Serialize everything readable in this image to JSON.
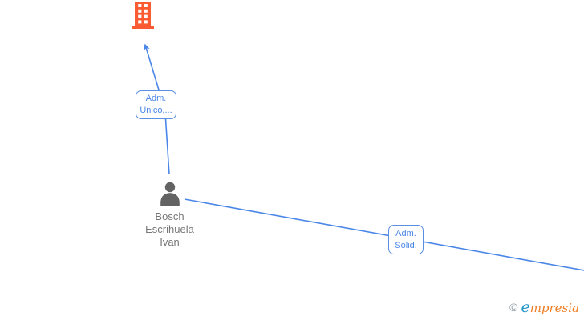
{
  "diagram": {
    "company_node": {
      "icon": "building-icon"
    },
    "person_node": {
      "icon": "person-icon",
      "name": "Bosch Escrihuela Ivan",
      "name_line1": "Bosch",
      "name_line2": "Escrihuela",
      "name_line3": "Ivan"
    },
    "edges": [
      {
        "from": "Bosch Escrihuela Ivan",
        "to": "company (building)",
        "style": "arrow-up",
        "label_line1": "Adm.",
        "label_line2": "Unico,..."
      },
      {
        "from": "Bosch Escrihuela Ivan",
        "to": "off-screen right",
        "style": "plain",
        "label_line1": "Adm.",
        "label_line2": "Solid."
      }
    ]
  },
  "watermark": {
    "copyright_symbol": "©",
    "brand_first_letter": "e",
    "brand_rest": "mpresia"
  },
  "colors": {
    "edge_blue": "#4a86e8",
    "label_border_blue": "#5b8fe4",
    "building_orange": "#fb5b33",
    "person_gray": "#636363",
    "name_text_gray": "#777777",
    "logo_copyright_gray": "#8a959e",
    "logo_blue": "#2196c9",
    "logo_orange": "#ee7d23"
  }
}
